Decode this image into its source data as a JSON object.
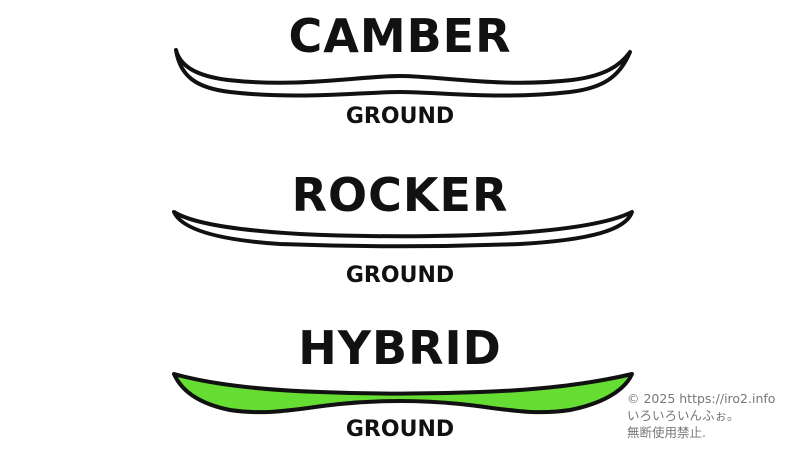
{
  "profiles": [
    {
      "title": "CAMBER",
      "ground_label": "GROUND",
      "fill": "#ffffff"
    },
    {
      "title": "ROCKER",
      "ground_label": "GROUND",
      "fill": "#ffffff"
    },
    {
      "title": "HYBRID",
      "ground_label": "GROUND",
      "fill": "#66dd33"
    }
  ],
  "colors": {
    "outline": "#111111",
    "hybrid_fill": "#66dd33",
    "text": "#111111",
    "copyright": "#777777"
  },
  "copyright": {
    "line1": "© 2025 https://iro2.info",
    "line2": "いろいろいんふぉ。",
    "line3": "無断使用禁止."
  }
}
